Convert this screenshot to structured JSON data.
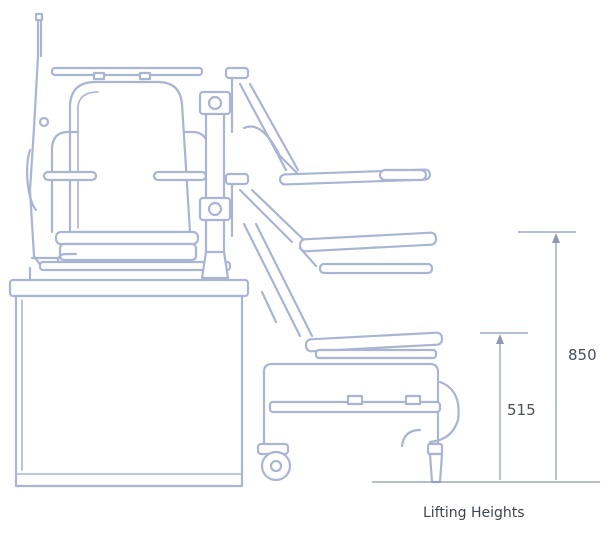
{
  "dimensions": {
    "high_value": "850",
    "low_value": "515"
  },
  "caption": "Lifting Heights",
  "colors": {
    "line": "#aab4d3",
    "dimension": "#8d98b8",
    "text": "#4a4f5c"
  }
}
